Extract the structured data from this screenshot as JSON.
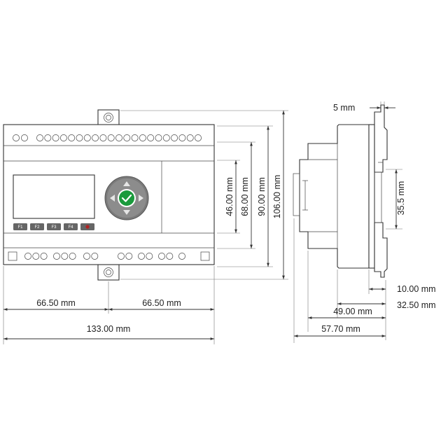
{
  "front_view": {
    "keys": [
      "F1",
      "F2",
      "F3",
      "F4"
    ],
    "dims": {
      "half_left": "66.50 mm",
      "half_right": "66.50 mm",
      "total_width": "133.00 mm",
      "h46": "46.00 mm",
      "h68": "68.00 mm",
      "h90": "90.00 mm",
      "h106": "106.00 mm"
    }
  },
  "side_view": {
    "dims": {
      "rail_5": "5 mm",
      "clip_35": "35.5 mm",
      "d10": "10.00 mm",
      "d32": "32.50 mm",
      "d49": "49.00 mm",
      "d57": "57.70 mm"
    }
  },
  "colors": {
    "ok_button": "#1a9a3c",
    "key_fill": "#666666",
    "stop_key": "#b22222",
    "outline": "#333333"
  },
  "icons": [
    "checkmark-icon",
    "arrow-up-icon",
    "arrow-down-icon",
    "arrow-left-icon",
    "arrow-right-icon"
  ]
}
